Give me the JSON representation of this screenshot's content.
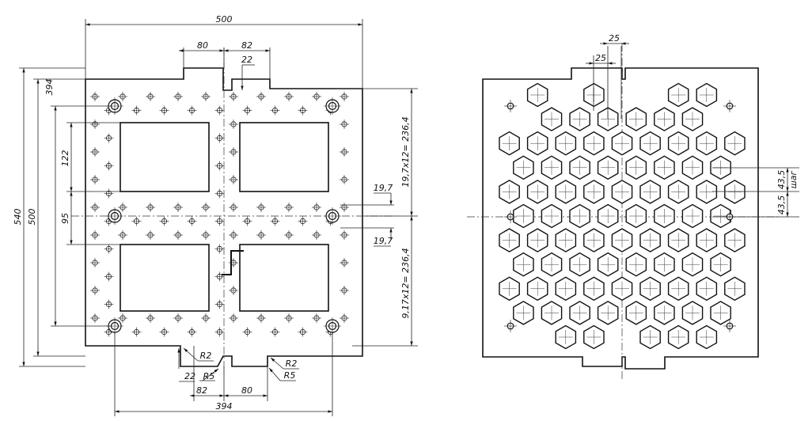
{
  "left_view": {
    "dims_top": {
      "overall_width": "500",
      "tab_left": "80",
      "tab_right": "82",
      "notch_depth": "22"
    },
    "dims_left": {
      "overall_540": "540",
      "overall_500": "500",
      "holes_394": "394",
      "window_122": "122",
      "center_95": "95"
    },
    "dims_right": {
      "pitch_top": "19,7x12= 236,4",
      "step_top": "19,7",
      "step_bottom": "19,7",
      "pitch_bottom": "9,17x12= 236,4"
    },
    "dims_bottom": {
      "r2_left": "R2",
      "r5_left": "R5",
      "notch_22": "22",
      "r2_right": "R2",
      "r5_right": "R5",
      "tab_82": "82",
      "tab_80": "80",
      "holes_394": "394"
    }
  },
  "right_view": {
    "dims_top": {
      "hex_across": "25",
      "hex_pitch": "25"
    },
    "dims_right": {
      "step_a": "43,5",
      "step_b": "43,5",
      "step_label": "шаг"
    }
  }
}
